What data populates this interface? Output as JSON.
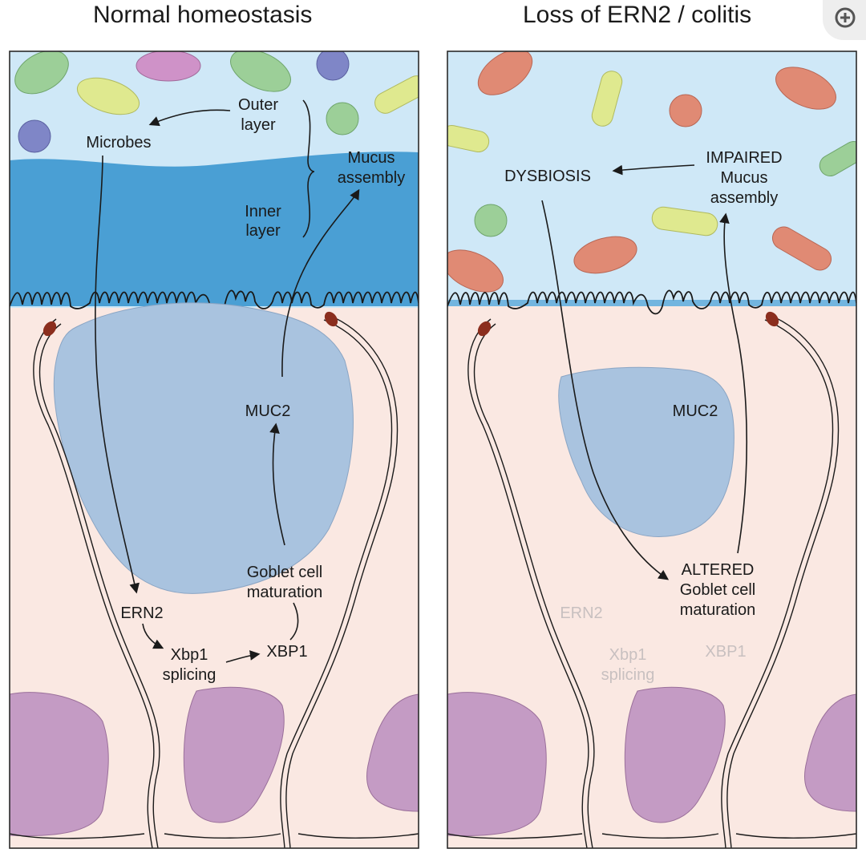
{
  "titles": {
    "left": "Normal homeostasis",
    "right": "Loss of ERN2 / colitis"
  },
  "left_panel": {
    "outer_layer": [
      "Outer",
      "layer"
    ],
    "inner_layer": [
      "Inner",
      "layer"
    ],
    "microbes": "Microbes",
    "mucus_assembly": [
      "Mucus",
      "assembly"
    ],
    "muc2": "MUC2",
    "goblet_maturation": [
      "Goblet cell",
      "maturation"
    ],
    "ern2": "ERN2",
    "xbp1_splicing": [
      "Xbp1",
      "splicing"
    ],
    "xbp1": "XBP1"
  },
  "right_panel": {
    "dysbiosis": "DYSBIOSIS",
    "impaired_mucus": [
      "IMPAIRED",
      "Mucus",
      "assembly"
    ],
    "muc2": "MUC2",
    "altered_goblet": [
      "ALTERED",
      "Goblet cell",
      "maturation"
    ],
    "ern2_faded": "ERN2",
    "xbp1_splicing_faded": [
      "Xbp1",
      "splicing"
    ],
    "xbp1_faded": "XBP1"
  },
  "colors": {
    "lumen": "#cfe8f7",
    "inner_mucus": "#4a9fd4",
    "cell": "#fae8e2",
    "granule": "#a9c3df",
    "nucleus": "#c49bc4",
    "faded_text": "#c8c0c0",
    "tight_junction": "#8b2e1e"
  }
}
